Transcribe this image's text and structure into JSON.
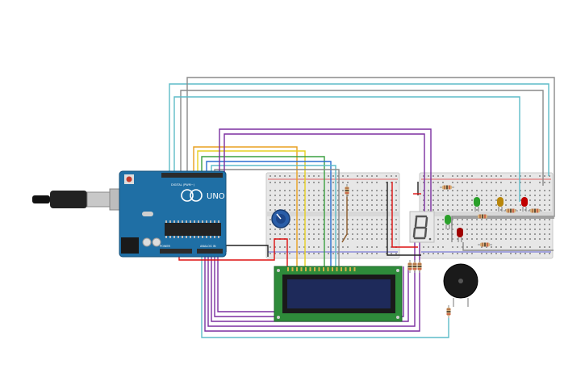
{
  "board": {
    "logo_text": "UNO",
    "digital_header_label": "DIGITAL (PWM~)",
    "power_label": "POWER",
    "analog_label": "ANALOG IN",
    "body_color": "#1f6fa5",
    "header_color": "#2b2b2b"
  },
  "lcd": {
    "screen_color": "#1e2a5a",
    "pcb_color": "#2e8b3a"
  },
  "seven_segment": {
    "digit": "8",
    "segment_color": "#555555"
  },
  "leds": [
    {
      "name": "led-green",
      "color": "#2aa02a"
    },
    {
      "name": "led-orange",
      "color": "#b8860b"
    },
    {
      "name": "led-red-1",
      "color": "#c00000"
    },
    {
      "name": "led-green-2",
      "color": "#2aa02a"
    },
    {
      "name": "led-red-2",
      "color": "#a00000"
    }
  ],
  "wire_colors": {
    "teal": "#5dbcc8",
    "gray": "#8a8a8a",
    "purple": "#7b2fa0",
    "red": "#d11",
    "black": "#222",
    "orange": "#e8a020",
    "yellow": "#e6d020",
    "green": "#3aa040",
    "blue": "#2a6fd0"
  }
}
